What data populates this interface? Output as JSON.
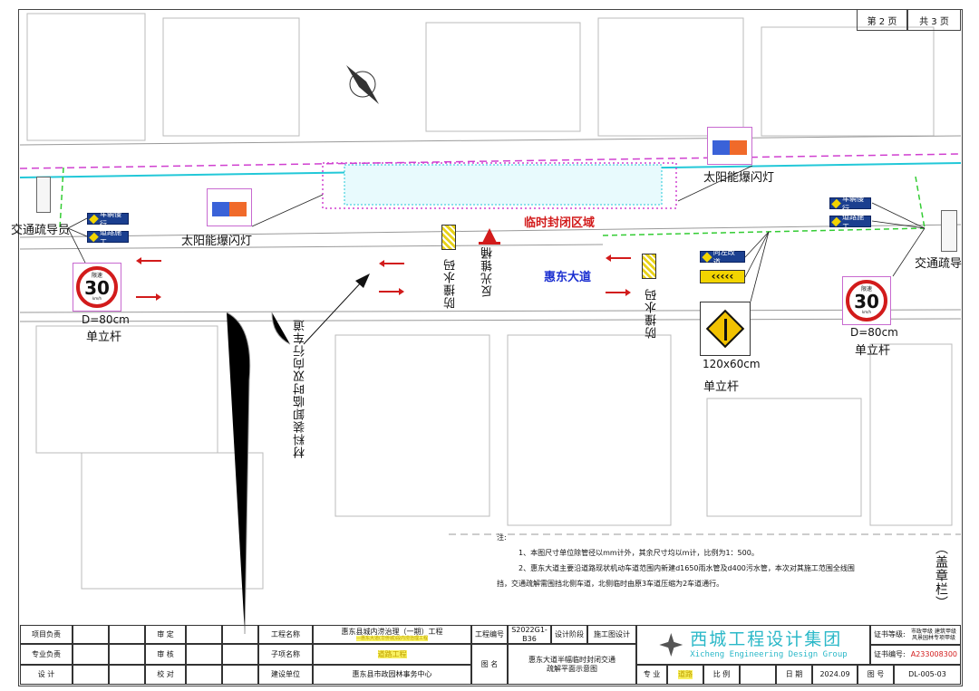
{
  "header": {
    "page_current": "第 2 页",
    "page_total": "共 3 页"
  },
  "drawing": {
    "road_name": "惠东大道",
    "closed_zone": "临时封闭区域",
    "solar_lamp_left": "太阳能爆闪灯",
    "solar_lamp_right": "太阳能爆闪灯",
    "guard_left": "交通疏导员",
    "guard_right": "交通疏导员",
    "sign_vehicle_slow": "车辆慢行",
    "sign_road_work": "道路施工",
    "sign_detour_left": "向左改道",
    "speed_sign": {
      "title": "限速",
      "value": "30",
      "unit": "km/h"
    },
    "speed_size_left": "D=80cm",
    "pole_left": "单立杆",
    "speed_size_right": "D=80cm",
    "pole_right": "单立杆",
    "merge_size": "120x60cm",
    "merge_pole": "单立杆",
    "barrier_label_1": "防撞水码",
    "barrier_label_2": "防撞水码",
    "cone_label": "反光锥桶",
    "temp_lane": "材料装卸临时双向行车道",
    "stamp": "（盖章栏）",
    "colors": {
      "closure": "#d040d0",
      "pipe": "#22c8d8",
      "detour": "#33cc33",
      "arrows": "#d21b1b",
      "road_name": "#1a2ed0"
    }
  },
  "notes": {
    "title": "注:",
    "items": [
      "1、本图尺寸单位除管径以mm计外，其余尺寸均以m计，比例为1：500。",
      "2、惠东大道主要沿道路现状机动车道范围内新建d1650雨水管及d400污水管，本次对其施工范围全线围挡，交通疏解需围挡北侧车道，北侧临时由原3车道压缩为2车道通行。"
    ]
  },
  "title_block": {
    "project_lead": "项目负责",
    "discipline_lead": "专业负责",
    "design": "设 计",
    "approve": "审 定",
    "review": "审 核",
    "check": "校 对",
    "project_name_label": "工程名称",
    "project_name": "惠东县城内涝治理（一期）工程",
    "project_sub": "—惠东大道(华侨城)段内涝治理工程",
    "sub_item_label": "子项名称",
    "sub_item": "道路工程",
    "owner_label": "建设单位",
    "owner": "惠东县市政园林事务中心",
    "project_no_label": "工程编号",
    "project_no": "S2022G1-B36",
    "stage_label": "设计阶段",
    "stage": "施工图设计",
    "drawing_name_label": "图 名",
    "drawing_name": "惠东大道半幅临时封闭交通疏解平面示意图",
    "company_cn": "西城工程设计集团",
    "company_en": "Xicheng Engineering Design Group",
    "cert_grade_label": "证书等级:",
    "cert_grade": "市政甲级 建筑甲级 风景园林专项甲级",
    "cert_no_label": "证书编号:",
    "cert_no": "A233008300",
    "discipline_label": "专 业",
    "discipline": "道路",
    "scale_label": "比 例",
    "scale": "",
    "date_label": "日 期",
    "date": "2024.09",
    "drawing_no_label": "图 号",
    "drawing_no": "DL-005-03"
  }
}
